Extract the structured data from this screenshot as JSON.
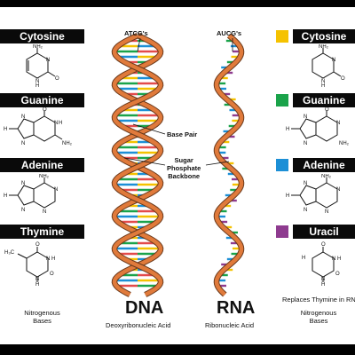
{
  "left_labels": [
    "Cytosine",
    "Guanine",
    "Adenine",
    "Thymine"
  ],
  "right_labels": [
    "Cytosine",
    "Guanine",
    "Adenine",
    "Uracil"
  ],
  "colors": {
    "cytosine": "#f5c200",
    "guanine": "#1aa34a",
    "adenine": "#1c8fd6",
    "uracil": "#8e3b8f",
    "backbone": "#e07a3b",
    "thymine_rung": "#e34b4b"
  },
  "dna": {
    "tag": "ATCG's",
    "title": "DNA",
    "subtitle": "Deoxyribonucleic Acid"
  },
  "rna": {
    "tag": "AUCG's",
    "title": "RNA",
    "subtitle": "Ribonucleic Acid"
  },
  "annotations": {
    "base_pair": "Base Pair",
    "backbone": "Sugar\nPhosphate\nBackbone"
  },
  "left_caption": "Nitrogenous\nBases",
  "right_caption": "Nitrogenous\nBases",
  "replaces_note": "Replaces Thymine in RNA",
  "atoms": {
    "n": "N",
    "h": "H",
    "o": "O",
    "nh2": "NH₂",
    "hn": "HN",
    "h3c": "H₃C"
  }
}
